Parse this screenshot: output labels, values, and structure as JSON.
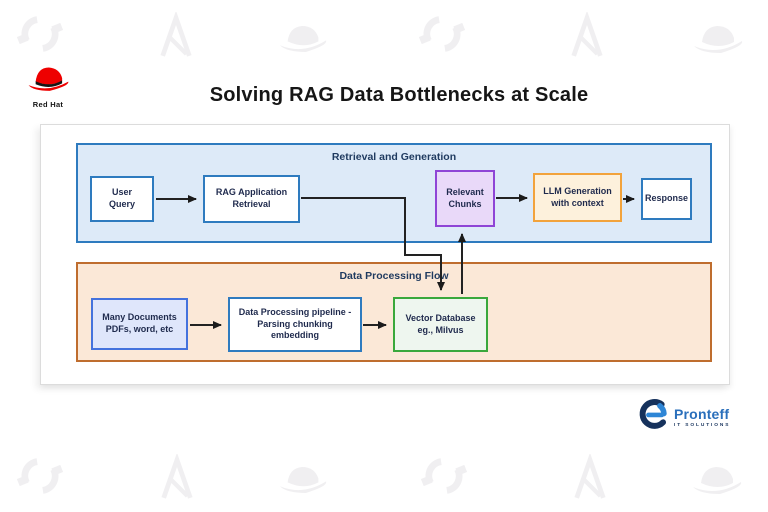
{
  "title": "Solving RAG Data Bottlenecks at Scale",
  "branding": {
    "redhat_label": "Red Hat",
    "pronteff_name": "Pronteff",
    "pronteff_subtitle": "IT SOLUTIONS"
  },
  "watermark_icons": [
    "openshift-icon",
    "ansible-icon",
    "redhat-fedora-icon"
  ],
  "sections": {
    "retrieval": {
      "label": "Retrieval and Generation",
      "fill": "#ddeaf8",
      "border": "#2e7bbf"
    },
    "processing": {
      "label": "Data Processing Flow",
      "fill": "#fbe8d7",
      "border": "#bf6d2e"
    }
  },
  "nodes": {
    "user_query": {
      "label": "User\nQuery",
      "fill": "#ffffff",
      "border": "#2e7bbf"
    },
    "rag_retrieval": {
      "label": "RAG Application\nRetrieval",
      "fill": "#ffffff",
      "border": "#2e7bbf"
    },
    "relevant_chunks": {
      "label": "Relevant\nChunks",
      "fill": "#e9d9f9",
      "border": "#8f45d6"
    },
    "llm_generation": {
      "label": "LLM Generation\nwith context",
      "fill": "#fdf1dc",
      "border": "#f2a33c"
    },
    "response": {
      "label": "Response",
      "fill": "#ffffff",
      "border": "#2e7bbf"
    },
    "many_documents": {
      "label": "Many Documents\nPDFs, word, etc",
      "fill": "#dfe6fb",
      "border": "#4472dd"
    },
    "processing_pipeline": {
      "label": "Data Processing pipeline -\nParsing chunking\nembedding",
      "fill": "#ffffff",
      "border": "#2e7bbf"
    },
    "vector_database": {
      "label": "Vector Database\neg., Milvus",
      "fill": "#eef6ef",
      "border": "#3aa83c"
    }
  },
  "edges": [
    {
      "from": "user_query",
      "to": "rag_retrieval"
    },
    {
      "from": "rag_retrieval",
      "to": "vector_database"
    },
    {
      "from": "vector_database",
      "to": "relevant_chunks"
    },
    {
      "from": "relevant_chunks",
      "to": "llm_generation"
    },
    {
      "from": "llm_generation",
      "to": "response"
    },
    {
      "from": "many_documents",
      "to": "processing_pipeline"
    },
    {
      "from": "processing_pipeline",
      "to": "vector_database"
    }
  ],
  "colors": {
    "arrow": "#222222",
    "title_text": "#161616",
    "node_text": "#1f2a4d",
    "watermark": "#f0eff1"
  }
}
